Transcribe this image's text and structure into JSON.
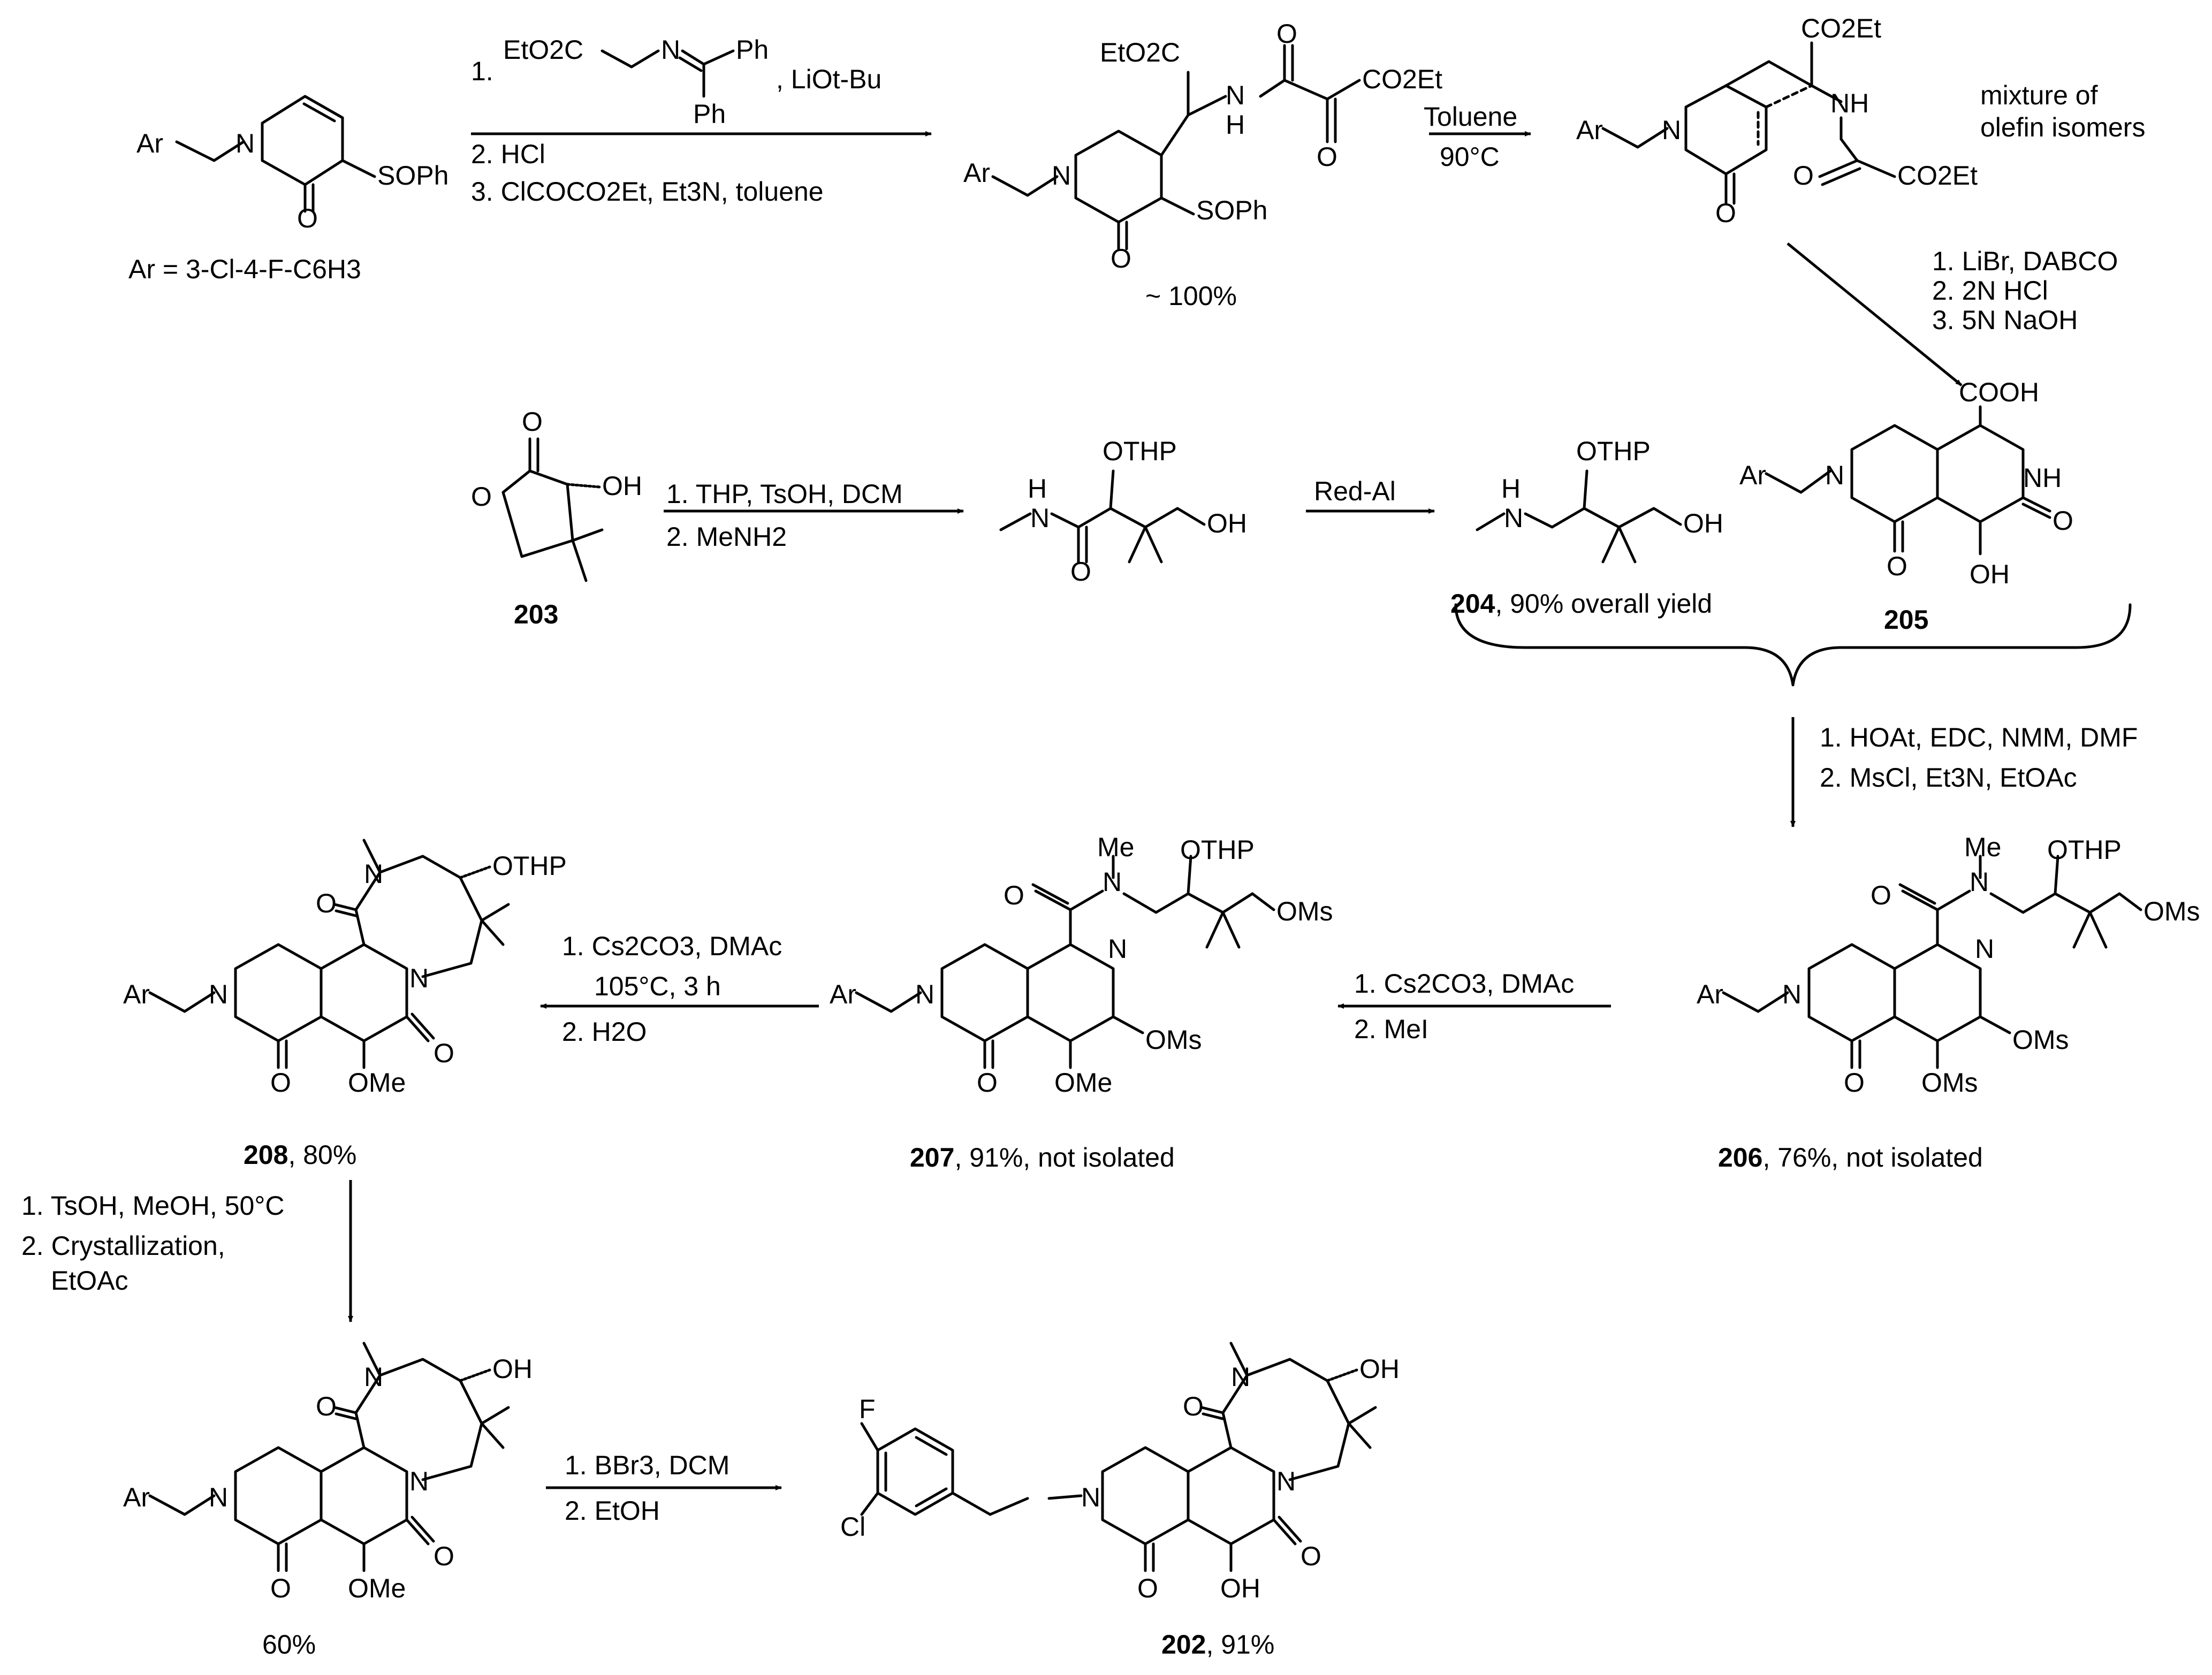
{
  "steps": {
    "s1": {
      "r1": "1.",
      "r1b": ", LiOt-Bu",
      "r2": "2. HCl",
      "r3": "3. ClCOCO2Et, Et3N, toluene"
    },
    "s2": {
      "above": "Toluene",
      "below": "90°C"
    },
    "s3": {
      "r1": "1. LiBr, DABCO",
      "r2": "2. 2N HCl",
      "r3": "3. 5N NaOH"
    },
    "s4": {
      "r1": "1. THP, TsOH, DCM",
      "r2": "2. MeNH2"
    },
    "s5": {
      "above": "Red-Al"
    },
    "s6": {
      "r1": "1. HOAt, EDC, NMM, DMF",
      "r2": "2. MsCl, Et3N, EtOAc"
    },
    "s7": {
      "r1": "1. Cs2CO3, DMAc",
      "r2": "2. MeI"
    },
    "s8": {
      "r1": "1. Cs2CO3, DMAc",
      "r1b": "105°C, 3 h",
      "r2": "2. H2O"
    },
    "s9": {
      "r1": "1. TsOH, MeOH, 50°C",
      "r2": "2. Crystallization,",
      "r3": "EtOAc"
    },
    "s10": {
      "r1": "1. BBr3, DCM",
      "r2": "2. EtOH"
    }
  },
  "labels": {
    "ar_def": "Ar = 3-Cl-4-F-C6H3",
    "yield_100": "~ 100%",
    "mixture": "mixture of",
    "mixture2": "olefin isomers",
    "c203": "203",
    "c204": "204",
    "c204_note": ", 90% overall yield",
    "c205": "205",
    "c206": "206",
    "c206_note": ", 76%, not isolated",
    "c207": "207",
    "c207_note": ", 91%, not isolated",
    "c208": "208",
    "c208_note": ", 80%",
    "y60": "60%",
    "c202": "202",
    "c202_note": ", 91%"
  },
  "atoms": {
    "ar": "Ar",
    "n": "N",
    "o": "O",
    "sophe": "SOPh",
    "eto2c": "EtO2C",
    "co2et": "CO2Et",
    "nh": "NH",
    "h": "H",
    "ph": "Ph",
    "oh": "OH",
    "othp": "OTHP",
    "cooh": "COOH",
    "ome": "OMe",
    "oms": "OMs",
    "me": "Me",
    "f": "F",
    "cl": "Cl"
  }
}
